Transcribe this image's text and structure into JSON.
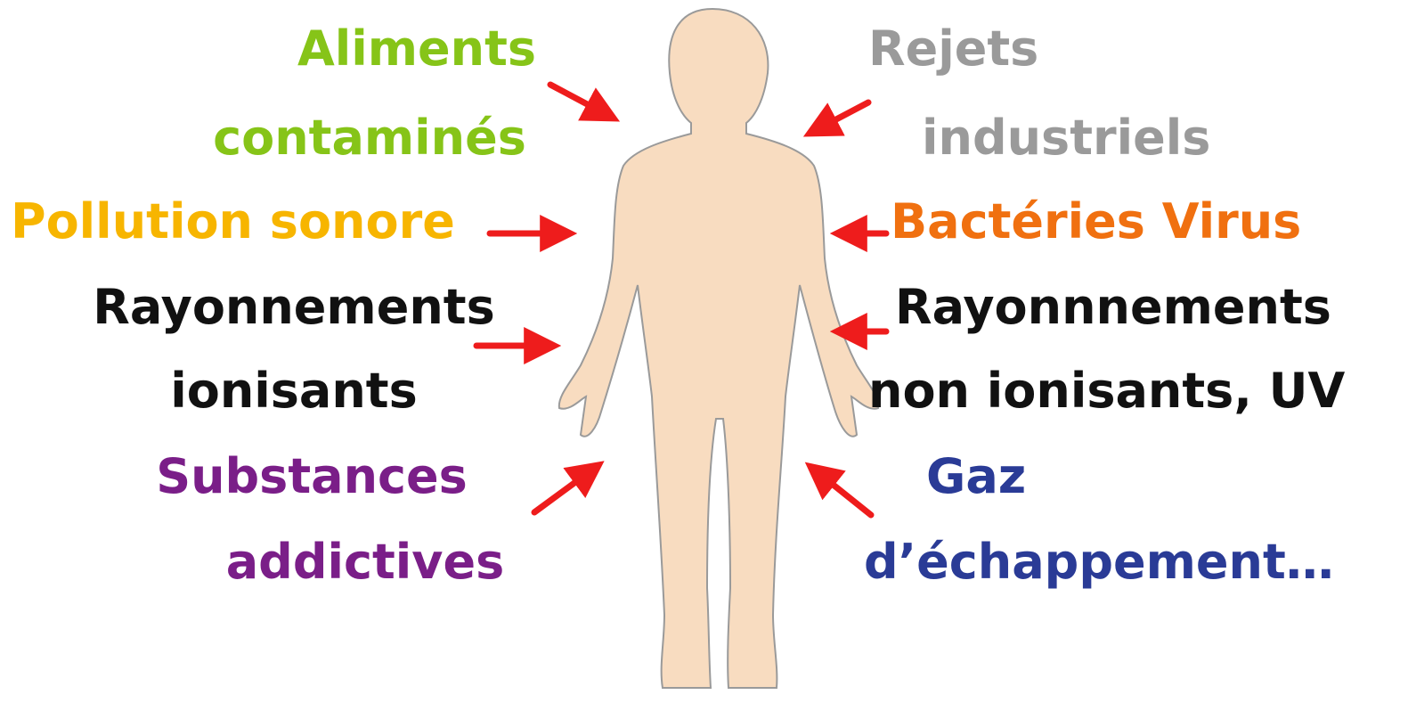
{
  "colors": {
    "background": "#ffffff",
    "body": "#f8dcc0",
    "body_outline": "#9a9a9a",
    "arrow": "#ee1c1c",
    "green": "#86c418",
    "gray": "#9a9a9a",
    "yellow": "#f7b500",
    "orange": "#f07010",
    "black": "#111111",
    "purple": "#7a1e88",
    "blue": "#2a3b96"
  },
  "figure": {
    "icon": "human-body-silhouette-icon"
  },
  "labels": {
    "left": [
      {
        "id": "aliments",
        "lines": [
          "Aliments",
          "contaminés"
        ],
        "color": "green"
      },
      {
        "id": "pollution",
        "lines": [
          "Pollution sonore"
        ],
        "color": "yellow"
      },
      {
        "id": "rayonnements-ionisants",
        "lines": [
          "Rayonnements",
          "ionisants"
        ],
        "color": "black"
      },
      {
        "id": "substances",
        "lines": [
          "Substances",
          "addictives"
        ],
        "color": "purple"
      }
    ],
    "right": [
      {
        "id": "rejets",
        "lines": [
          "Rejets",
          "industriels"
        ],
        "color": "gray"
      },
      {
        "id": "bacteries",
        "lines": [
          "Bactéries Virus"
        ],
        "color": "orange"
      },
      {
        "id": "rayonnements-non-ionisants",
        "lines": [
          "Rayonnnements",
          "non ionisants, UV"
        ],
        "color": "black"
      },
      {
        "id": "gaz",
        "lines": [
          "Gaz",
          "d’échappement…"
        ],
        "color": "blue"
      }
    ]
  }
}
